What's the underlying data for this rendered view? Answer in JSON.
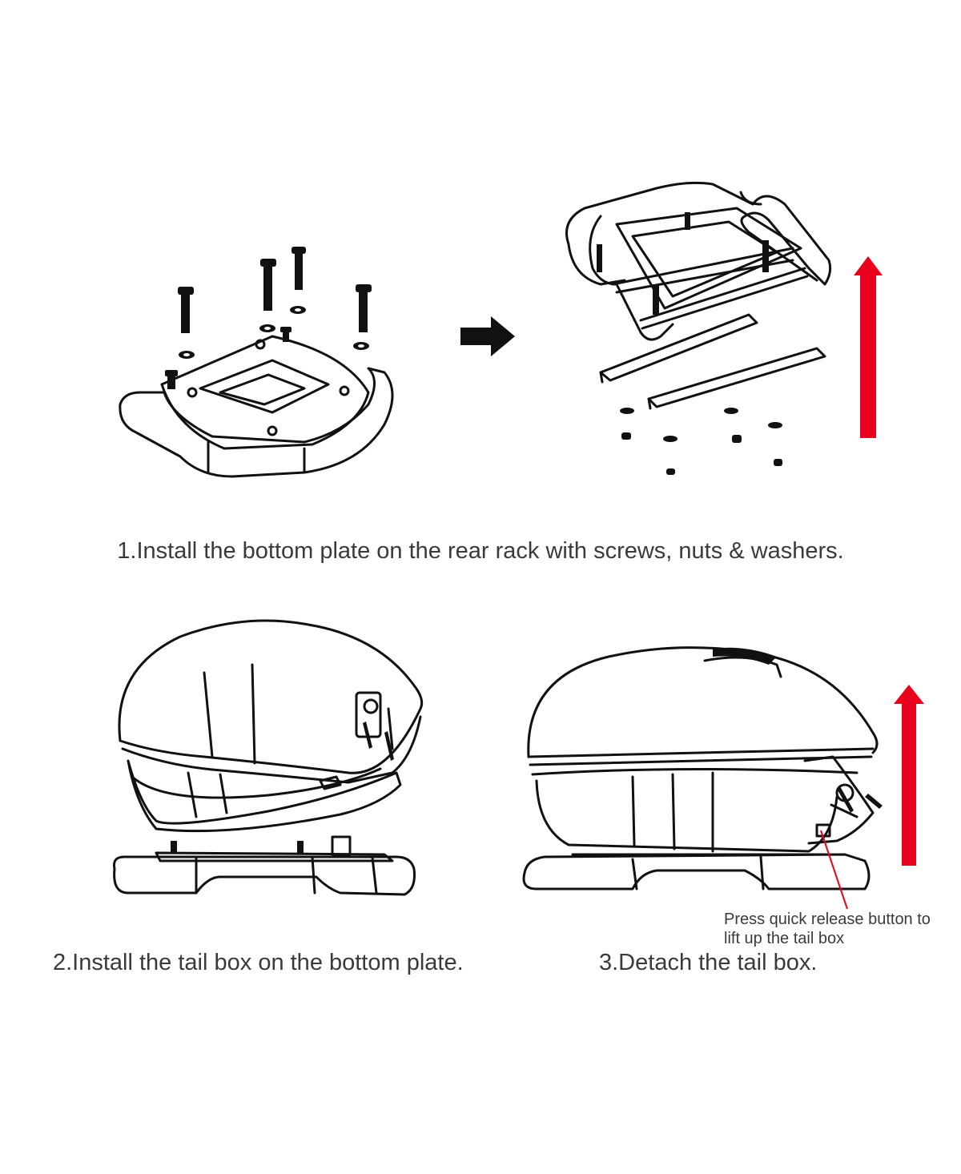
{
  "steps": [
    {
      "caption": "1.Install the bottom plate on the rear rack with screws, nuts & washers."
    },
    {
      "caption": "2.Install the tail box on the bottom plate."
    },
    {
      "caption": "3.Detach the tail box."
    }
  ],
  "callout": {
    "lines": [
      "Press quick release button to",
      "lift up the tail box"
    ]
  },
  "colors": {
    "line": "#111111",
    "arrow_red": "#e8001c",
    "text": "#3a3a3a",
    "background": "#ffffff"
  },
  "icons": {
    "step_arrow": "right-arrow-icon",
    "lift_arrow": "up-arrow-icon"
  }
}
